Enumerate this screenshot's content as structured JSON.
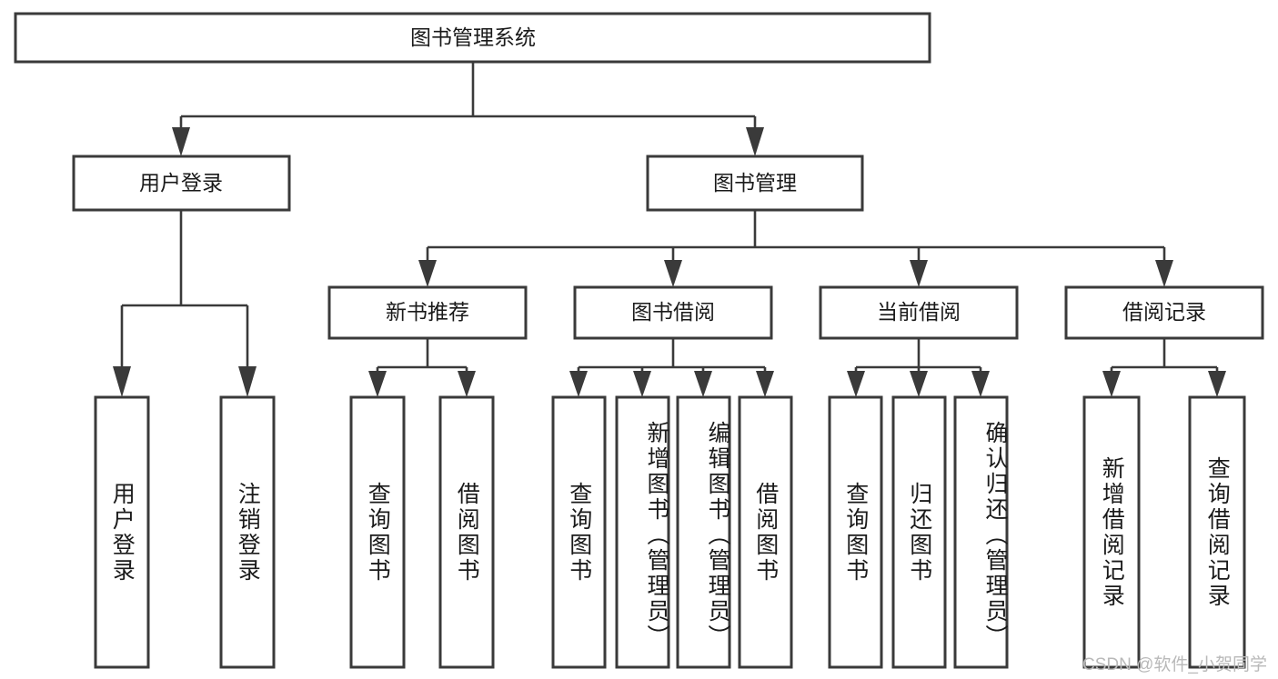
{
  "diagram": {
    "type": "tree",
    "title": "图书管理系统",
    "orientation": "top-down",
    "colors": {
      "box_stroke": "#3a3a3a",
      "box_fill": "#ffffff",
      "connector": "#3a3a3a",
      "text": "#1a1a1a",
      "background": "#ffffff",
      "watermark": "#b9b9b9"
    },
    "levels": {
      "root": {
        "label": "图书管理系统"
      },
      "level2": [
        {
          "label": "用户登录"
        },
        {
          "label": "图书管理"
        }
      ],
      "level3": [
        {
          "label": "新书推荐"
        },
        {
          "label": "图书借阅"
        },
        {
          "label": "当前借阅"
        },
        {
          "label": "借阅记录"
        }
      ],
      "leaves": [
        {
          "label": "用户登录",
          "parent": "用户登录"
        },
        {
          "label": "注销登录",
          "parent": "用户登录"
        },
        {
          "label": "查询图书",
          "parent": "新书推荐"
        },
        {
          "label": "借阅图书",
          "parent": "新书推荐"
        },
        {
          "label": "查询图书",
          "parent": "图书借阅"
        },
        {
          "label": "新增图书（管理员）",
          "parent": "图书借阅"
        },
        {
          "label": "编辑图书（管理员）",
          "parent": "图书借阅"
        },
        {
          "label": "借阅图书",
          "parent": "图书借阅"
        },
        {
          "label": "查询图书",
          "parent": "当前借阅"
        },
        {
          "label": "归还图书",
          "parent": "当前借阅"
        },
        {
          "label": "确认归还（管理员）",
          "parent": "当前借阅"
        },
        {
          "label": "新增借阅记录",
          "parent": "借阅记录"
        },
        {
          "label": "查询借阅记录",
          "parent": "借阅记录"
        }
      ]
    },
    "watermark": "CSDN @软件_小贺同学"
  }
}
